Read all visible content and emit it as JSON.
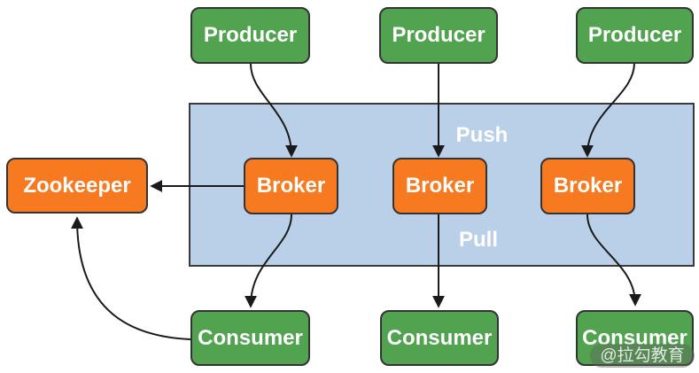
{
  "diagram": {
    "producers": [
      {
        "label": "Producer"
      },
      {
        "label": "Producer"
      },
      {
        "label": "Producer"
      }
    ],
    "brokers": [
      {
        "label": "Broker"
      },
      {
        "label": "Broker"
      },
      {
        "label": "Broker"
      }
    ],
    "consumers": [
      {
        "label": "Consumer"
      },
      {
        "label": "Consumer"
      },
      {
        "label": "Consumer"
      }
    ],
    "zookeeper": {
      "label": "Zookeeper"
    },
    "cluster": {
      "push_label": "Push",
      "pull_label": "Pull"
    },
    "edges": [
      {
        "from": "producer-1",
        "to": "broker-1",
        "relation": "push"
      },
      {
        "from": "producer-2",
        "to": "broker-2",
        "relation": "push"
      },
      {
        "from": "producer-3",
        "to": "broker-3",
        "relation": "push"
      },
      {
        "from": "broker-1",
        "to": "zookeeper",
        "relation": "register"
      },
      {
        "from": "broker-1",
        "to": "consumer-1",
        "relation": "pull"
      },
      {
        "from": "broker-2",
        "to": "consumer-2",
        "relation": "pull"
      },
      {
        "from": "broker-3",
        "to": "consumer-3",
        "relation": "pull"
      },
      {
        "from": "consumer-1",
        "to": "zookeeper",
        "relation": "register"
      }
    ],
    "watermark": {
      "text": "@拉勾教育"
    },
    "colors": {
      "producer-fill": "#52A350",
      "broker-fill": "#F87A20",
      "cluster-fill": "#BACFE8",
      "cluster-border": "#3A3A3A",
      "node-border": "#333333",
      "arrow": "#1A1A1A",
      "label-text": "#FFFFFF"
    }
  }
}
